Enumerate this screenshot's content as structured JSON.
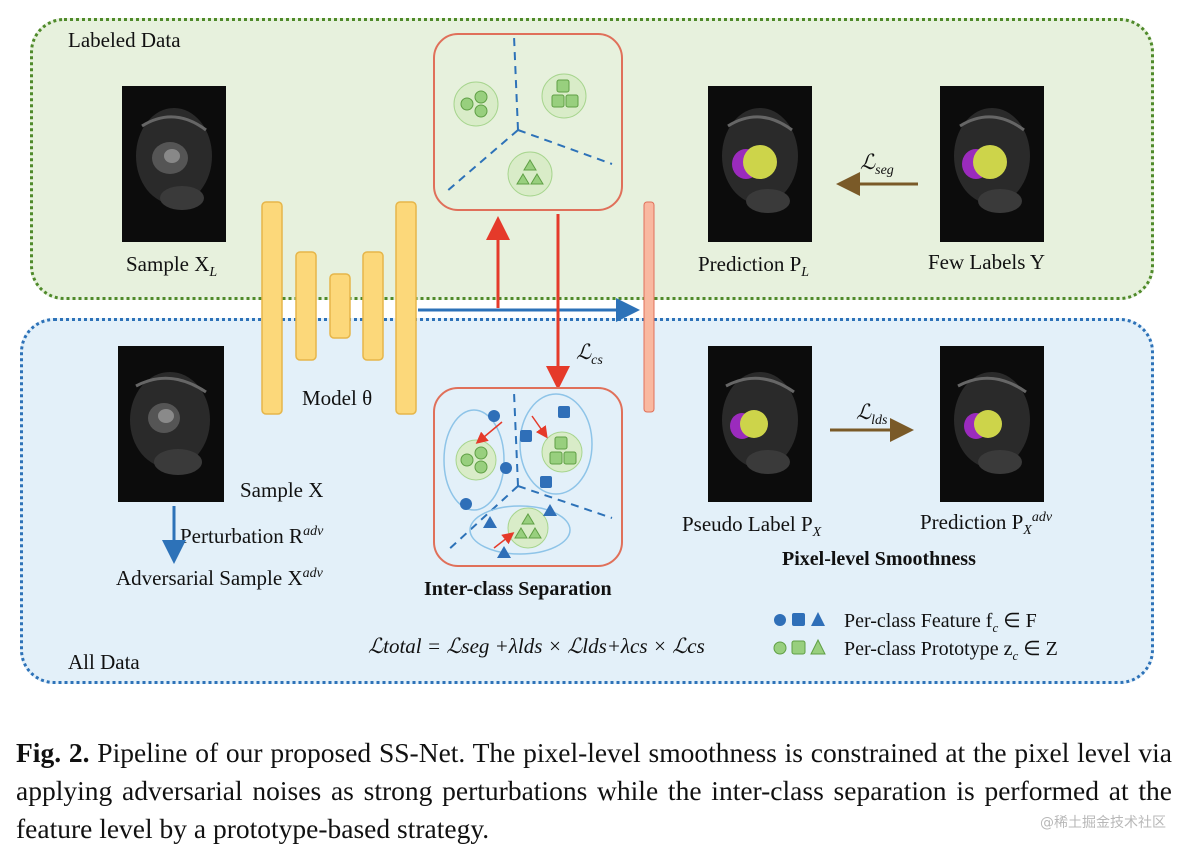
{
  "panels": {
    "labeled": "Labeled Data",
    "all": "All Data"
  },
  "labels": {
    "sample_xl": "Sample X",
    "sample_xl_sub": "L",
    "prediction_pl": "Prediction P",
    "prediction_pl_sub": "L",
    "few_labels": "Few Labels Y",
    "loss_seg": "ℒ",
    "loss_seg_sub": "seg",
    "model": "Model θ",
    "loss_cs": "ℒ",
    "loss_cs_sub": "cs",
    "sample_x": "Sample X",
    "perturbation": "Perturbation R",
    "perturbation_sup": "adv",
    "adv_sample": "Adversarial Sample X",
    "adv_sample_sup": "adv",
    "inter_class": "Inter-class Separation",
    "pseudo_label": "Pseudo Label P",
    "pseudo_label_sub": "X",
    "prediction_px": "Prediction P",
    "prediction_px_sub": "X",
    "prediction_px_sup": "adv",
    "loss_lds": "ℒ",
    "loss_lds_sub": "lds",
    "pixel_smooth": "Pixel-level Smoothness",
    "total_loss": "ℒtotal = ℒseg +λlds × ℒlds+λcs × ℒcs"
  },
  "legend": {
    "feature": "Per-class Feature f",
    "feature_sub": "c",
    "feature_tail": " ∈ F",
    "prototype": "Per-class Prototype z",
    "prototype_sub": "c",
    "prototype_tail": " ∈ Z"
  },
  "caption": {
    "label": "Fig. 2.",
    "text": " Pipeline of our proposed SS-Net. The pixel-level smoothness is constrained at the pixel level via applying adversarial noises as strong perturbations while the inter-class separation is performed at the feature level by a prototype-based strategy."
  },
  "watermark": "@稀土掘金技术社区",
  "colors": {
    "labeled_border": "#4f8a2a",
    "all_border": "#2d72b8",
    "model_fill": "#fcd87a",
    "arrow_red": "#e53a2a",
    "arrow_brown": "#7a5a28",
    "arrow_blue": "#2d72b8",
    "feature_blue": "#2f6fb8",
    "prototype_green": "#98cf7e"
  }
}
